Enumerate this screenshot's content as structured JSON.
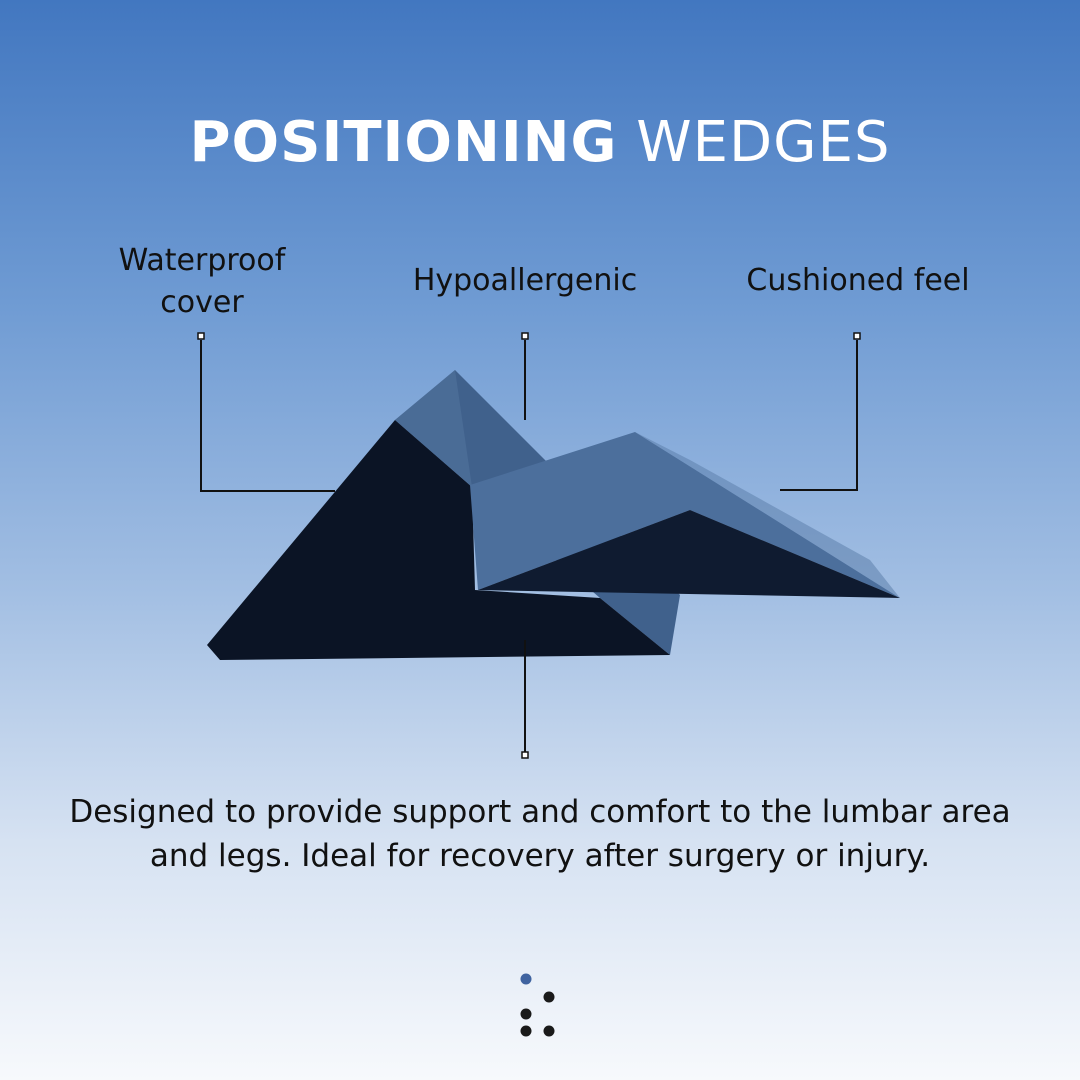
{
  "title": {
    "bold": "POSITIONING",
    "light": " WEDGES"
  },
  "features": {
    "waterproof": "Waterproof cover",
    "hypoallergenic": "Hypoallergenic",
    "cushioned": "Cushioned feel"
  },
  "description": "Designed to provide support and comfort to the lumbar area and legs. Ideal for recovery after surgery or injury.",
  "colors": {
    "gradient_top": "#4277c0",
    "gradient_bottom": "#f7f9fc",
    "wedge_dark": "#0c1526",
    "wedge_top": "#4a6a93",
    "dot_accent": "#3f63a0"
  },
  "icons": [
    "brand-dots-logo"
  ]
}
